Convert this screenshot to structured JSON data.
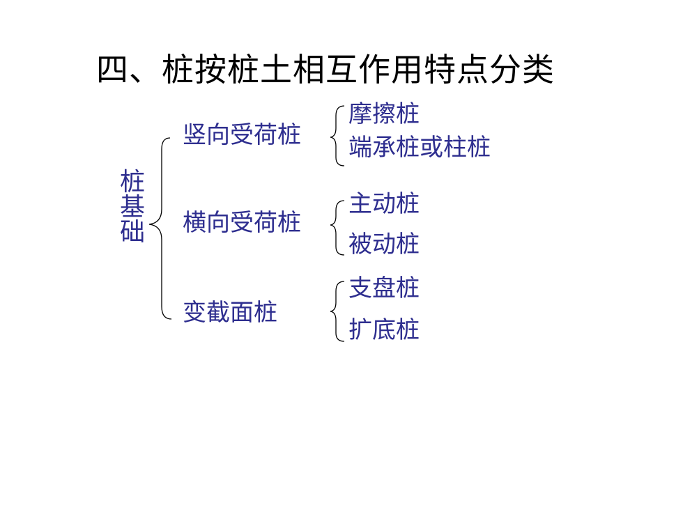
{
  "title": "四、桩按桩土相互作用特点分类",
  "text_color": "#2e2e8f",
  "root": "桩基础",
  "groups": [
    {
      "label": "竖向受荷桩",
      "children": [
        "摩擦桩",
        "端承桩或柱桩"
      ]
    },
    {
      "label": "横向受荷桩",
      "children": [
        "主动桩",
        "被动桩"
      ]
    },
    {
      "label": "变截面桩",
      "children": [
        "支盘桩",
        "扩底桩"
      ]
    }
  ]
}
